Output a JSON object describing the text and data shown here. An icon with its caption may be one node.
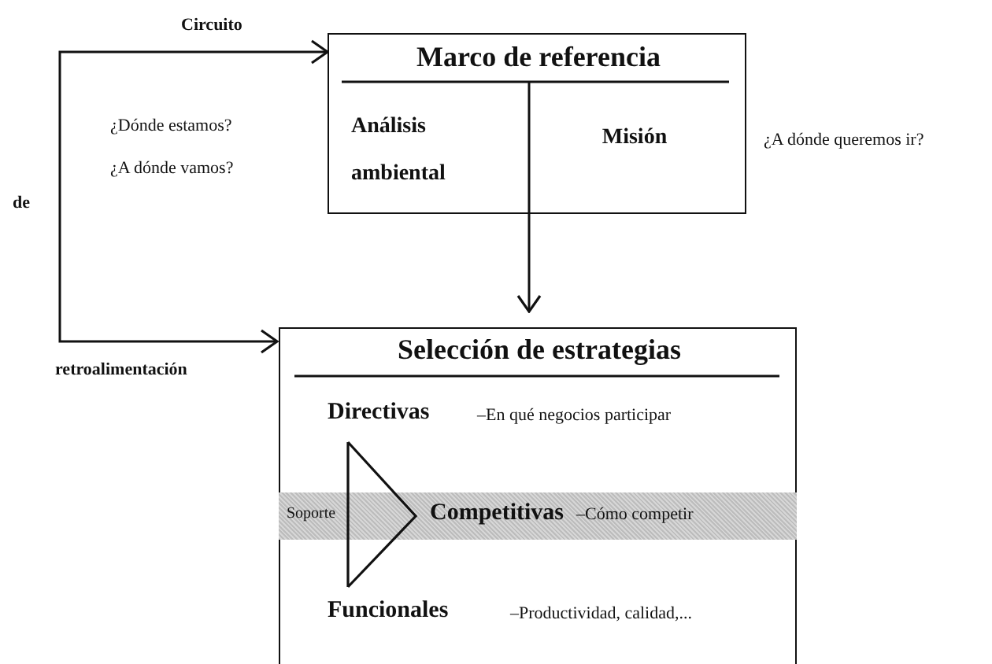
{
  "diagram": {
    "nodes": [
      {
        "text": [
          "Marco de referencia"
        ]
      },
      {
        "text": [
          "Análisis ambiental"
        ],
        "in": 0
      },
      {
        "text": [
          "Misión"
        ],
        "in": 0
      },
      {
        "text": [
          "Selección de estrategias"
        ]
      },
      {
        "text": [
          "Soporte",
          "Competitivas",
          "–Cómo competir"
        ],
        "in": 3
      }
    ],
    "edges": [
      {
        "from": 0,
        "to": 3,
        "arrow": "both"
      },
      {
        "from": 0,
        "to": 3,
        "arrow": "to"
      }
    ],
    "labels": [
      "Circuito",
      "¿Dónde estamos?",
      "¿A dónde vamos?",
      "¿A dónde queremos ir?",
      "de",
      "retroalimentación",
      "Directivas",
      "–En qué negocios participar",
      "Funcionales",
      "–Productividad, calidad,..."
    ]
  }
}
